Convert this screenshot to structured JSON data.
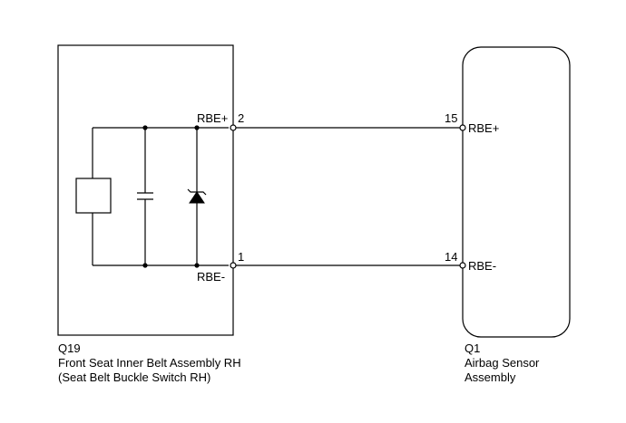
{
  "left_component": {
    "code": "Q19",
    "name_line1": "Front Seat Inner Belt Assembly RH",
    "name_line2": "(Seat Belt Buckle Switch RH)",
    "pin_top_label": "RBE+",
    "pin_top_number": "2",
    "pin_bottom_label": "RBE-",
    "pin_bottom_number": "1"
  },
  "right_component": {
    "code": "Q1",
    "name_line1": "Airbag Sensor",
    "name_line2": "Assembly",
    "pin_top_label": "RBE+",
    "pin_top_number": "15",
    "pin_bottom_label": "RBE-",
    "pin_bottom_number": "14"
  }
}
